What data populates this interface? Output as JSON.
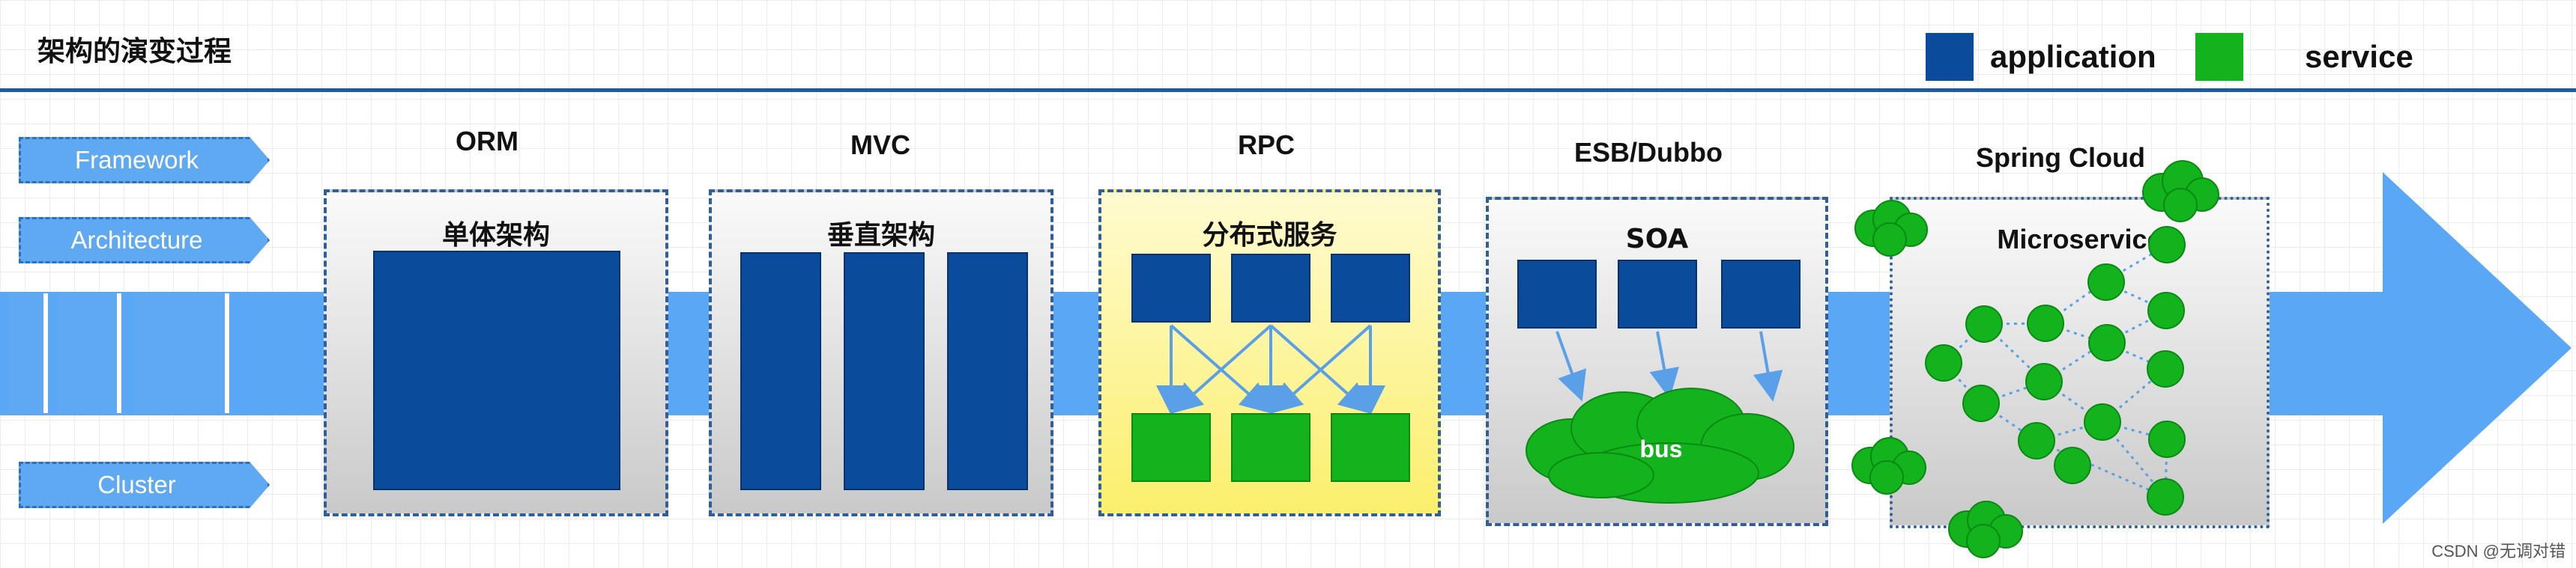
{
  "header": {
    "title": "架构的演变过程"
  },
  "legend": [
    {
      "label": "application",
      "color": "#0b4b9c"
    },
    {
      "label": "service",
      "color": "#12b31d"
    }
  ],
  "row_tags": [
    "Framework",
    "Architecture",
    "Cluster"
  ],
  "stages": [
    {
      "label": "ORM",
      "panel_title": "单体架构"
    },
    {
      "label": "MVC",
      "panel_title": "垂直架构"
    },
    {
      "label": "RPC",
      "panel_title": "分布式服务"
    },
    {
      "label": "ESB/Dubbo",
      "panel_title": "SOA",
      "bus_label": "bus"
    },
    {
      "label": "Spring Cloud",
      "panel_title": "Microservice"
    }
  ],
  "colors": {
    "arrow": "#59a7f5",
    "application": "#0b4b9c",
    "service": "#12b31d",
    "panel_border": "#2f5f9a",
    "rpc_panel": "#fdf59a"
  },
  "footer": {
    "watermark": "CSDN @无调对错"
  }
}
